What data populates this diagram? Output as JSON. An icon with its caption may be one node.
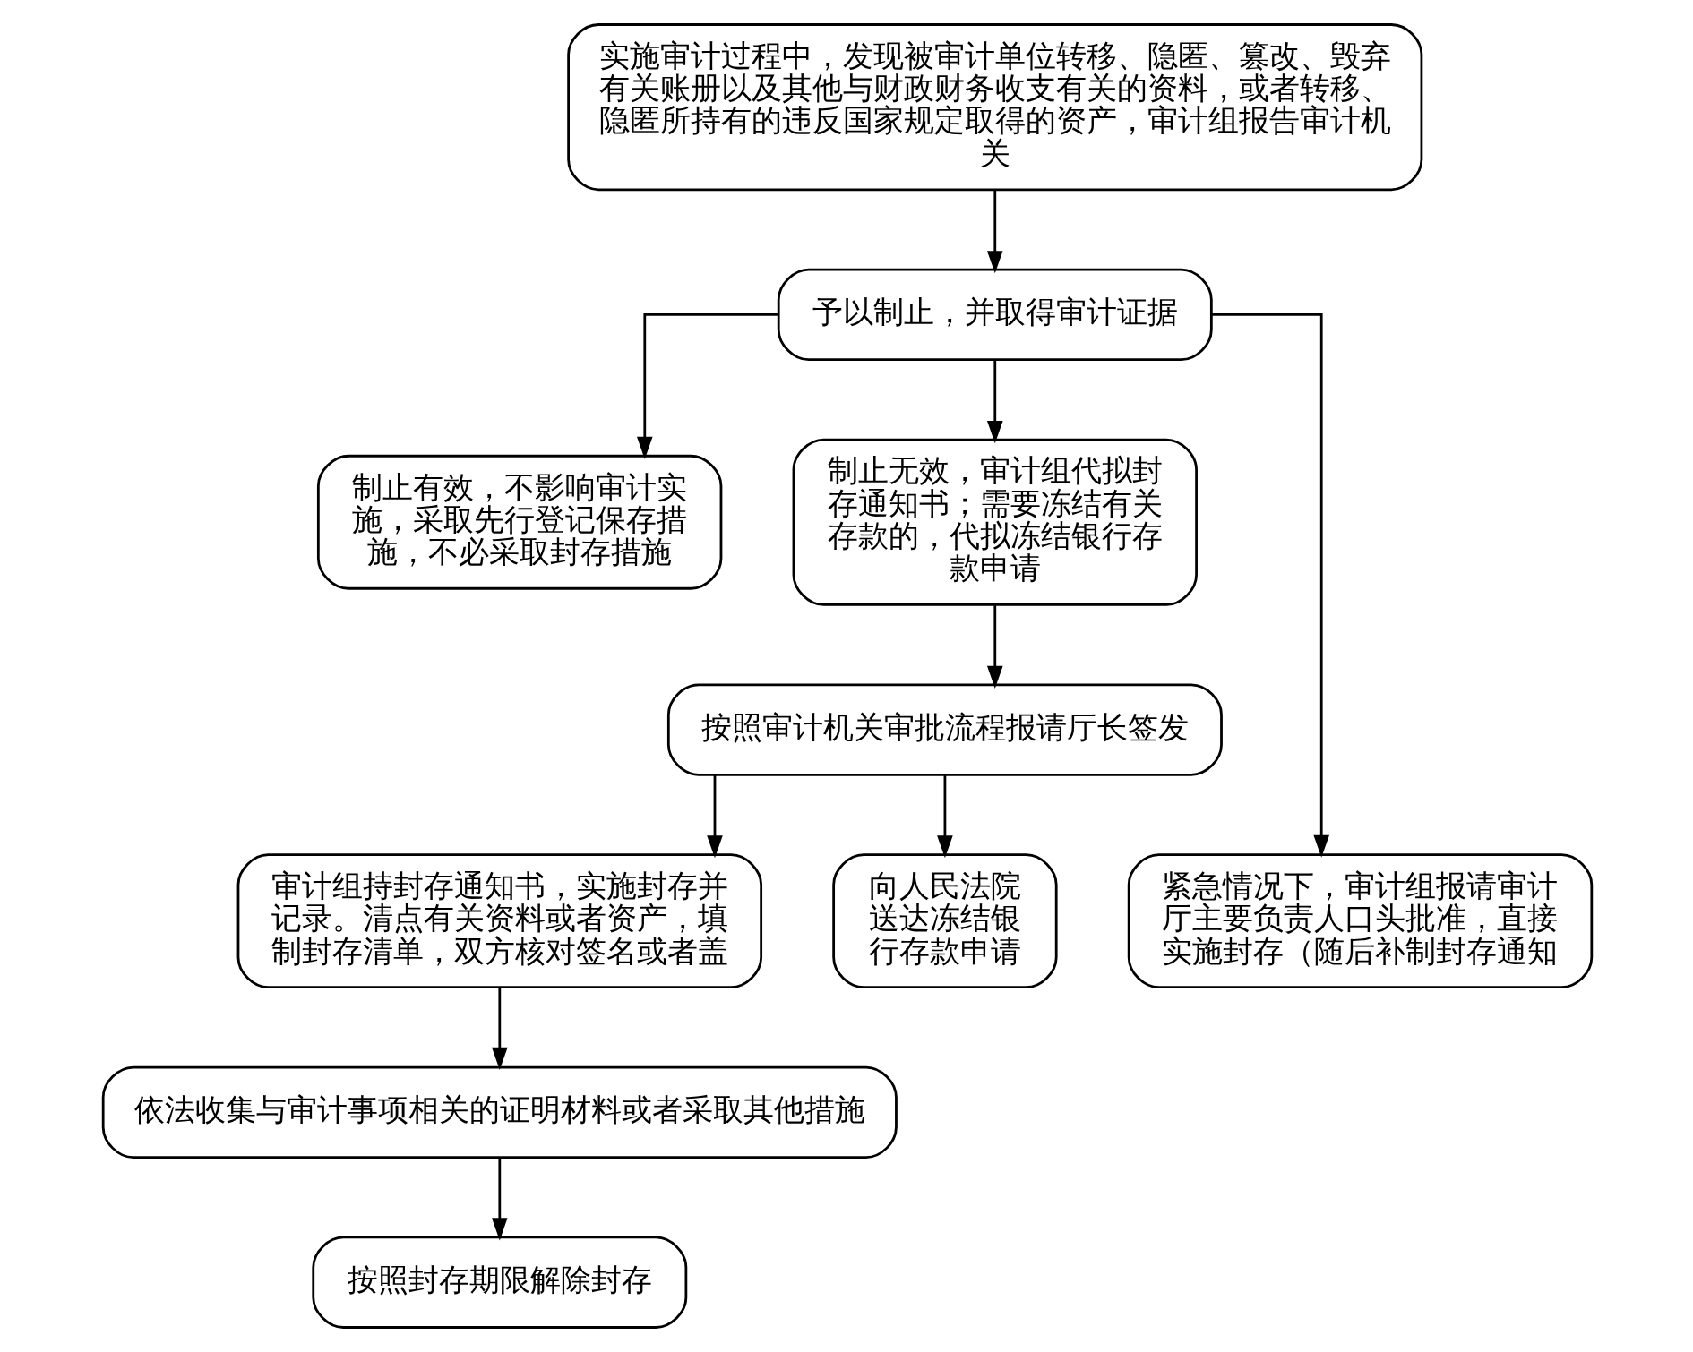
{
  "diagram": {
    "nodes": [
      {
        "text": [
          "实施审计过程中，发现被审计单位转移、隐匿、篡改、毁弃有关账册以及其他与财政财务收支有关的资料，或者转移、隐匿所持有的违反国家规定取得的资产，审计组报告审计机关"
        ]
      },
      {
        "text": [
          "予以制止，并取得审计证据"
        ]
      },
      {
        "text": [
          "制止有效，不影响审计实施，采取先行登记保存措施，不必采取封存措施"
        ]
      },
      {
        "text": [
          "制止无效，审计组代拟封存通知书；需要冻结有关存款的，代拟冻结银行存款申请"
        ]
      },
      {
        "text": [
          "按照审计机关审批流程报请厅长签发"
        ]
      },
      {
        "text": [
          "紧急情况下，审计组报请审计厅主要负责人口头批准，直接实施封存（随后补制封存通知"
        ]
      },
      {
        "text": [
          "审计组持封存通知书，实施封存并记录。清点有关资料或者资产，填制封存清单，双方核对签名或者盖"
        ]
      },
      {
        "text": [
          "向人民法院送达冻结银行存款申请"
        ]
      },
      {
        "text": [
          "依法收集与审计事项相关的证明材料或者采取其他措施"
        ]
      },
      {
        "text": [
          "按照封存期限解除封存"
        ]
      }
    ],
    "edges": [
      {
        "from": 0,
        "to": 1,
        "arrow": "to"
      },
      {
        "from": 1,
        "to": 2,
        "arrow": "to"
      },
      {
        "from": 1,
        "to": 3,
        "arrow": "to"
      },
      {
        "from": 1,
        "to": 5,
        "arrow": "to"
      },
      {
        "from": 3,
        "to": 4,
        "arrow": "to"
      },
      {
        "from": 4,
        "to": 6,
        "arrow": "to"
      },
      {
        "from": 4,
        "to": 7,
        "arrow": "to"
      },
      {
        "from": 6,
        "to": 8,
        "arrow": "to"
      },
      {
        "from": 8,
        "to": 9,
        "arrow": "to"
      }
    ]
  }
}
